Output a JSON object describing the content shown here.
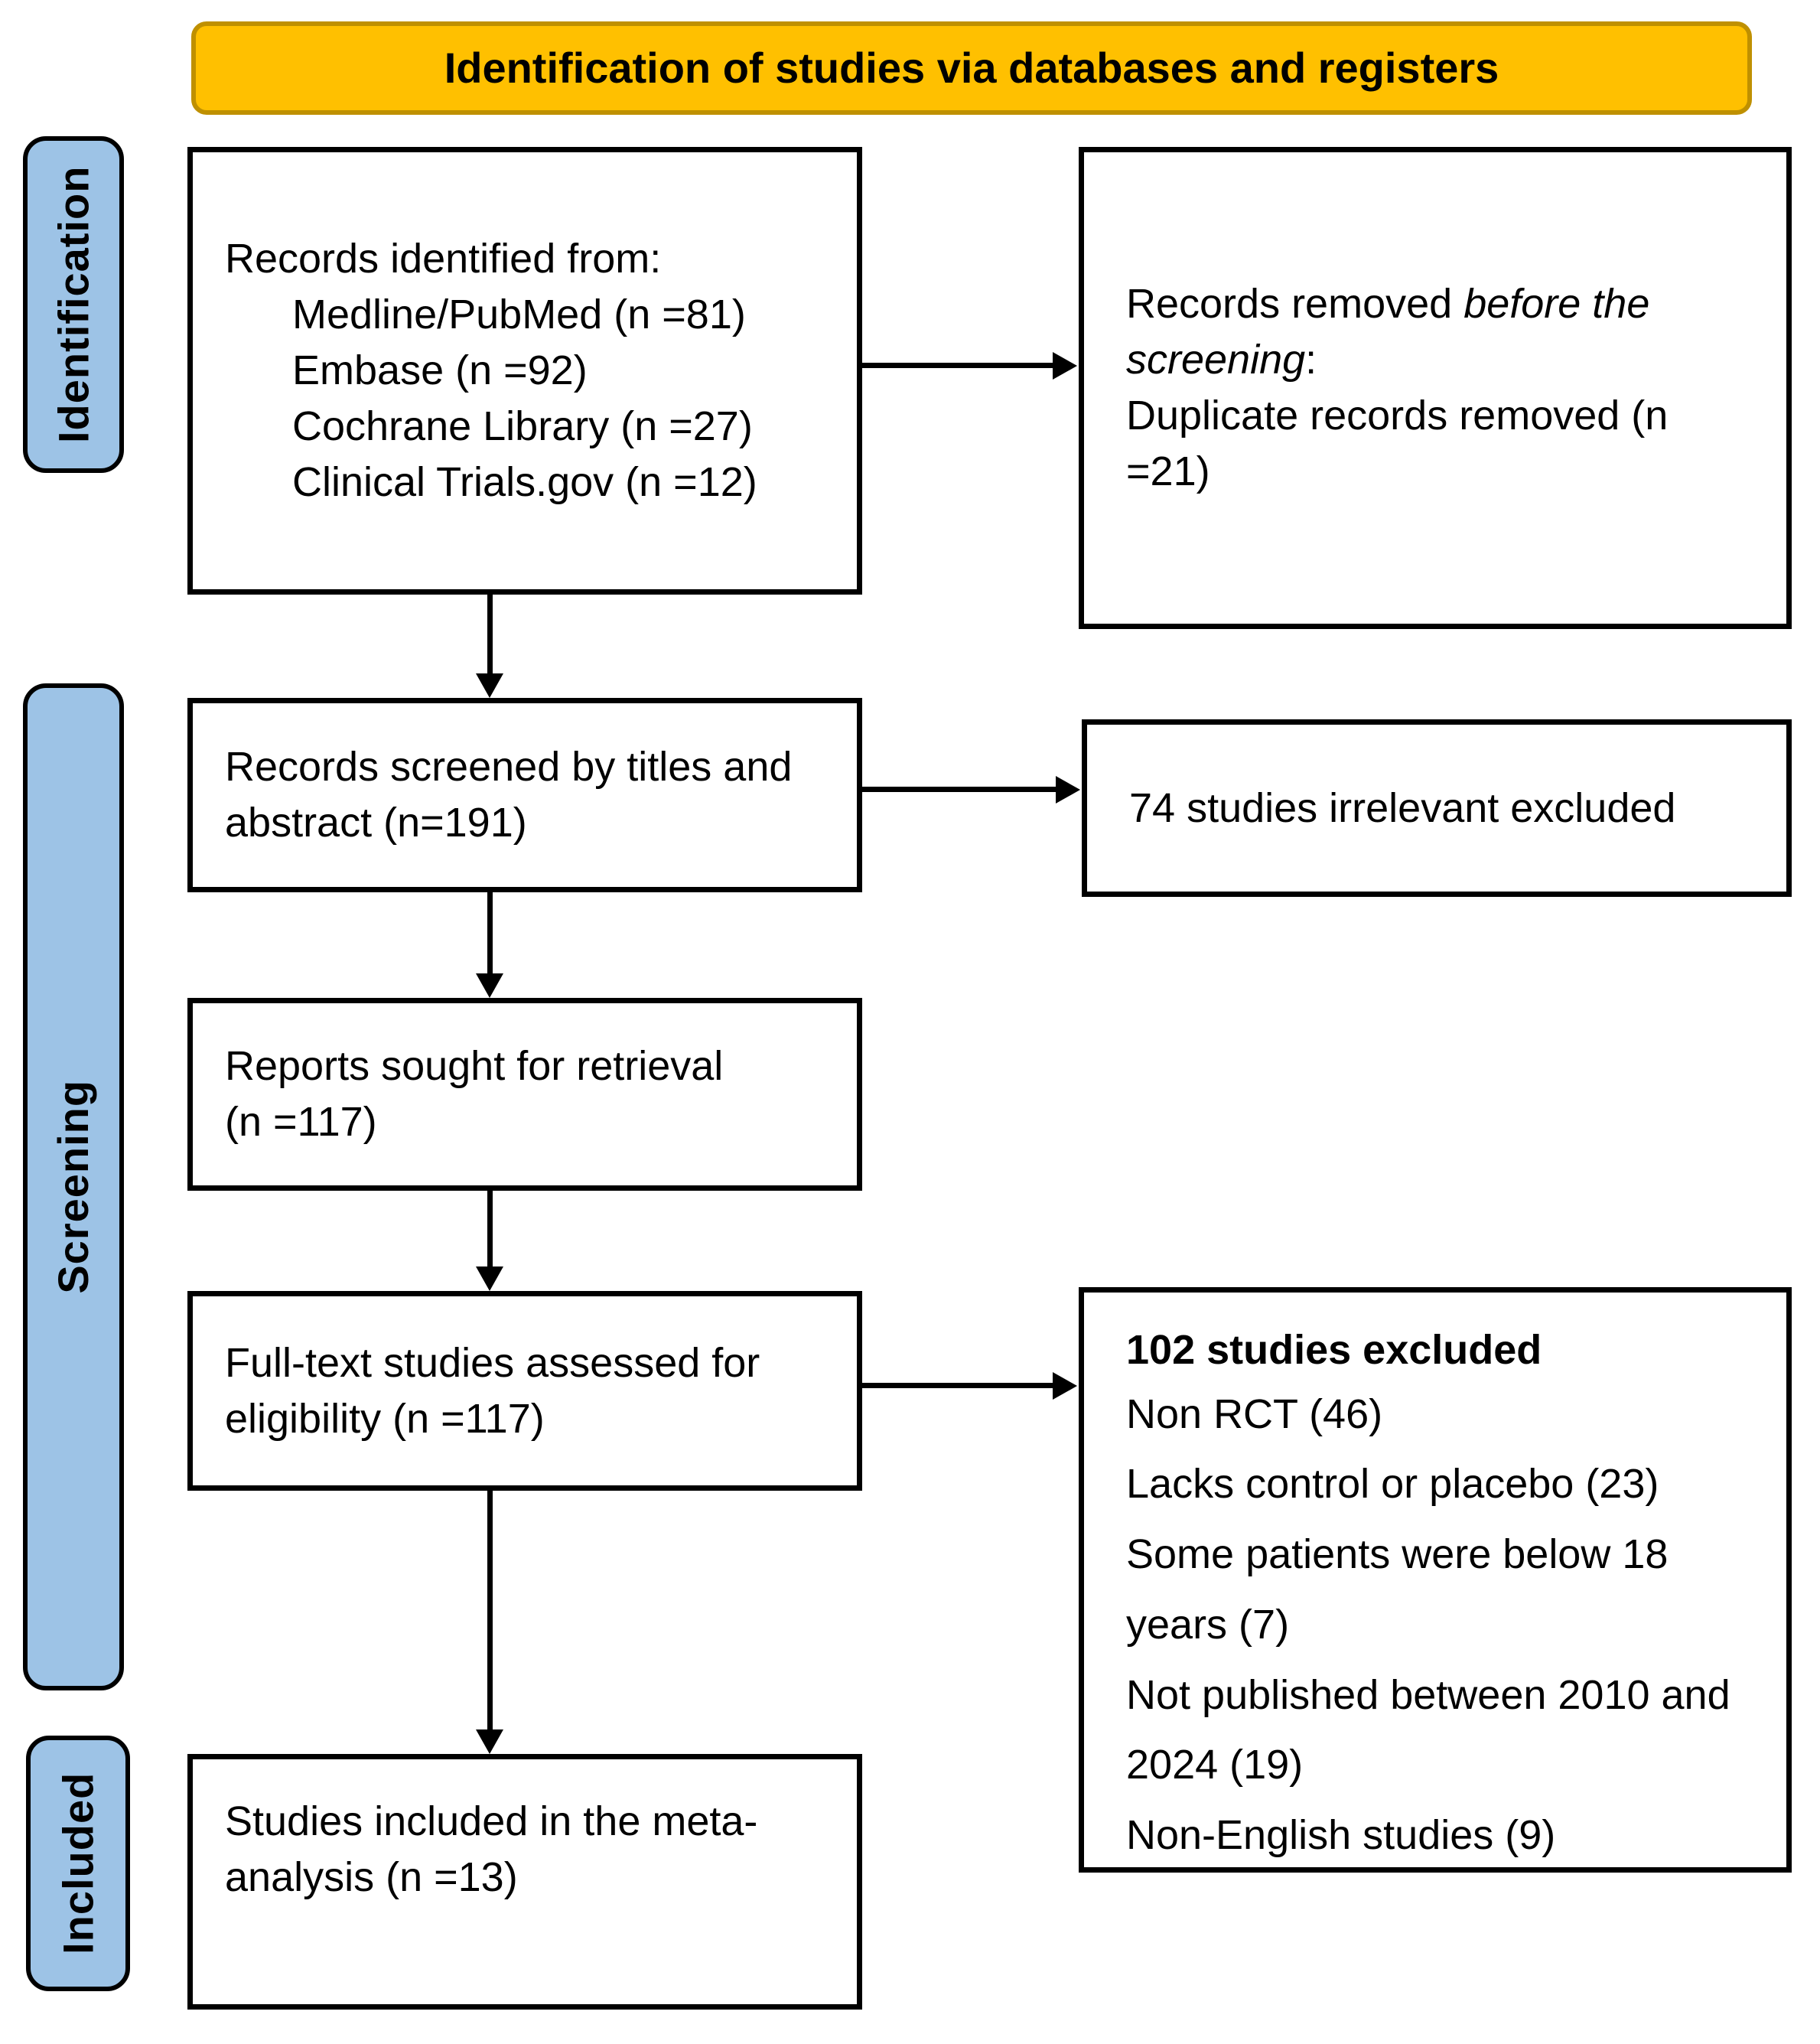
{
  "banner": {
    "title": "Identification of studies via databases and registers"
  },
  "bands": {
    "identification": "Identification",
    "screening": "Screening",
    "included": "Included"
  },
  "boxes": {
    "records_identified": {
      "intro": "Records identified from:",
      "sources": [
        "Medline/PubMed (n =81)",
        "Embase (n =92)",
        "Cochrane Library (n =27)",
        "Clinical Trials.gov (n =12)"
      ]
    },
    "records_removed": {
      "line1_regular": "Records removed ",
      "line1_italic": "before the",
      "line2_italic": "screening",
      "line2_suffix": ":",
      "line3": "Duplicate records removed (n =21)"
    },
    "records_screened": {
      "lines": [
        "Records screened by titles and",
        "abstract (n=191)"
      ]
    },
    "irrelevant_excluded": {
      "lines": [
        "74 studies irrelevant excluded"
      ]
    },
    "reports_sought": {
      "lines": [
        "Reports sought for retrieval",
        "(n =117)"
      ]
    },
    "fulltext_assessed": {
      "lines": [
        "Full-text studies assessed for",
        "eligibility (n =117)"
      ]
    },
    "studies_excluded": {
      "heading": "102 studies excluded",
      "items": [
        "Non RCT (46)",
        "Lacks control or placebo (23)",
        "Some patients were below 18 years (7)",
        "Not published between 2010 and 2024 (19)",
        "Non-English studies (9)"
      ]
    },
    "studies_included": {
      "lines": [
        "Studies included in the meta-",
        "analysis (n =13)"
      ]
    }
  },
  "colors": {
    "banner_fill": "#FFC000",
    "banner_border": "#BF9000",
    "band_fill": "#9DC3E6",
    "box_border": "#000000",
    "arrow": "#000000"
  }
}
